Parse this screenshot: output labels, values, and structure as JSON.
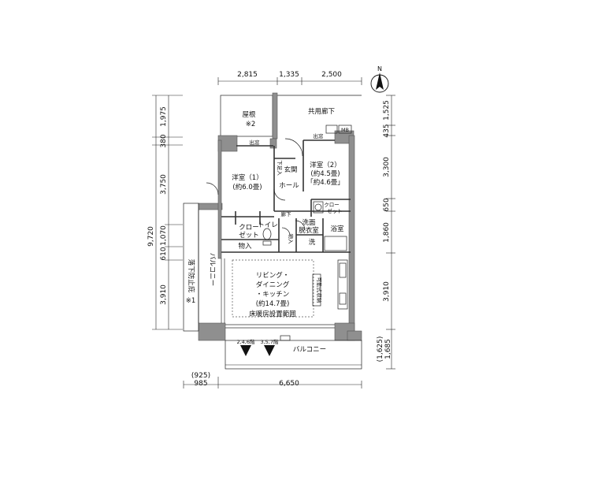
{
  "dimensions": {
    "top": [
      "2,815",
      "1,335",
      "2,500"
    ],
    "left": [
      "1,975",
      "380",
      "3,750",
      "1,070",
      "610",
      "3,910"
    ],
    "left_total": "9,720",
    "right": [
      "1,525",
      "435",
      "3,300",
      "650",
      "1,860",
      "3,910"
    ],
    "right_balcony": [
      "(1,625)",
      "1,685"
    ],
    "bottom": [
      "(925)",
      "985",
      "6,650"
    ]
  },
  "rooms": {
    "roof": "屋根",
    "roof_note": "※2",
    "corridor": "共用廊下",
    "outdoor_unit_1": "出窓",
    "outdoor_unit_2": "出窓",
    "mb": "MB",
    "western1": "洋室（1）",
    "western1_size": "(約6.0畳)",
    "western2": "洋室（2）",
    "western2_size1": "(約4.5畳)",
    "western2_size2": "「約4.6畳」",
    "entrance": "玄関",
    "hall": "ホール",
    "hallway": "廊下",
    "shoe_closet": "下足入",
    "closet1_a": "クロー",
    "closet1_b": "ゼット",
    "closet2": "クローゼット",
    "toilet": "トイレ",
    "storage": "物入",
    "storage2": "物入",
    "washroom1": "洗面",
    "washroom2": "脱衣室",
    "bathroom": "浴室",
    "wash_mark": "洗",
    "ldk1": "リビング・",
    "ldk2": "ダイニング",
    "ldk3": "・キッチン",
    "ldk_size": "(約14.7畳)",
    "floor_heating": "床暖房設置範囲",
    "movable_storage": "可動式収納",
    "balcony_side": "バルコニー",
    "balcony_bottom": "バルコニー",
    "fall_prevention": "落下防止庇",
    "fall_note": "※1",
    "floor_note_1": "2,4,6階",
    "floor_note_2": "3,5,7階"
  },
  "compass": {
    "label": "N"
  }
}
